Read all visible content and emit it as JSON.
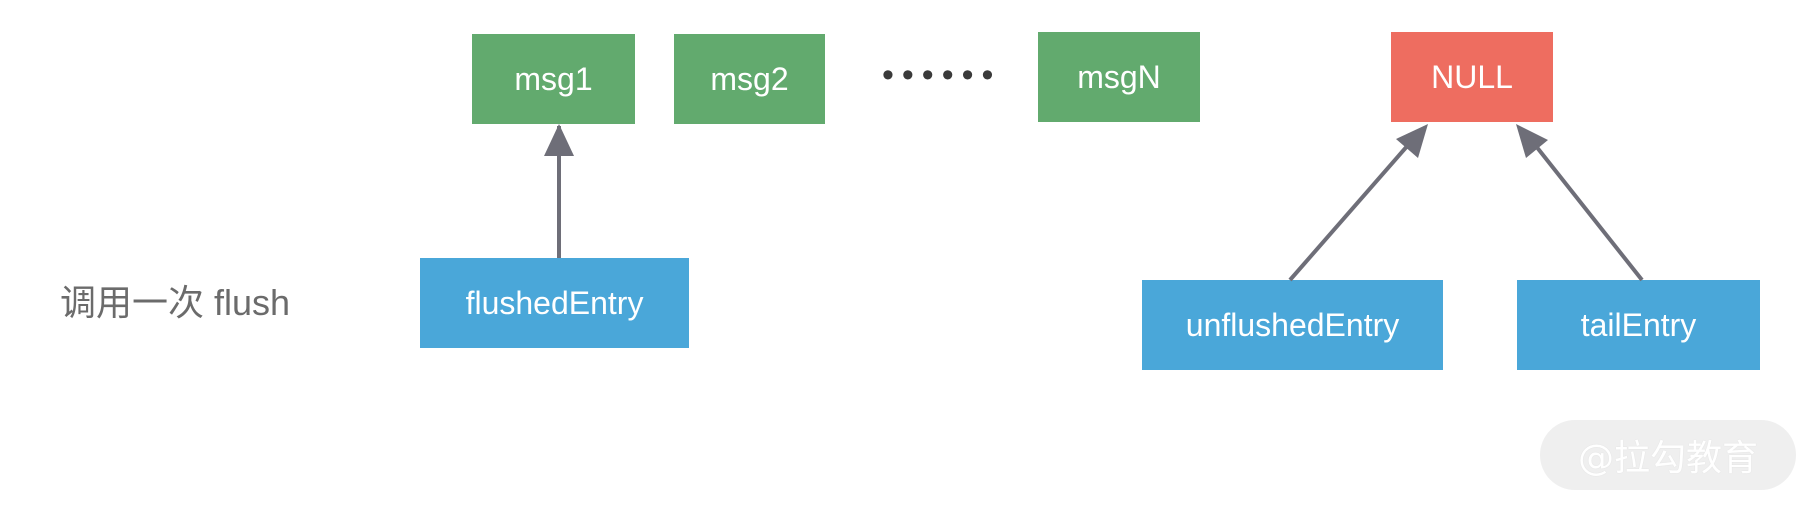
{
  "step_label": "调用一次 flush",
  "messages": {
    "msg1": "msg1",
    "msg2": "msg2",
    "ellipsis": "••••••",
    "msgN": "msgN"
  },
  "null_box": "NULL",
  "pointers": {
    "flushed": "flushedEntry",
    "unflushed": "unflushedEntry",
    "tail": "tailEntry"
  },
  "watermark": "@拉勾教育",
  "colors": {
    "message": "#62aa6e",
    "pointer": "#4aa7d9",
    "null": "#ee6d60",
    "arrow": "#6e6e78"
  }
}
